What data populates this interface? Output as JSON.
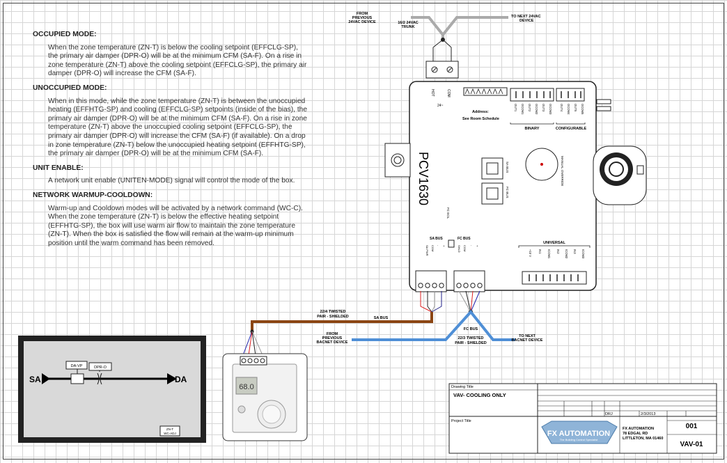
{
  "sequence": [
    {
      "heading": "OCCUPIED MODE:",
      "text": "When the zone temperature (ZN-T) is below the cooling setpoint (EFFCLG-SP), the primary air damper (DPR-O) will be at the minimum CFM (SA-F). On a rise in zone temperature (ZN-T) above the cooling setpoint (EFFCLG-SP), the primary air damper (DPR-O) will increase the CFM (SA-F)."
    },
    {
      "heading": "UNOCCUPIED MODE:",
      "text": "When in this mode, while the zone temperature (ZN-T) is between the unoccupied heating (EFFHTG-SP) and cooling (EFFCLG-SP) setpoints (inside of the bias), the primary air damper (DPR-O) will be at the minimum CFM (SA-F). On a rise in zone temperature (ZN-T) above the unoccupied cooling setpoint (EFFCLG-SP), the primary air damper (DPR-O) will increase the CFM (SA-F) (if available). On a drop in zone temperature (ZN-T) below the unoccupied heating setpoint (EFFHTG-SP), the primary air damper (DPR-O) will be at the minimum CFM (SA-F)."
    },
    {
      "heading": "UNIT ENABLE:",
      "text": "A network unit enable (UNITEN-MODE) signal will control the mode of the box."
    },
    {
      "heading": "NETWORK WARMUP-COOLDOWN:",
      "text": "Warm-up and Cooldown modes will be activated by a network command (WC-C). When the zone temperature (ZN-T) is below the effective heating setpoint (EFFHTG-SP), the box will use warm air flow to maintain the zone temperature (ZN-T). When the box is satisfied the flow will remain at the warm-up minimum position until the warm command has been removed."
    }
  ],
  "power": {
    "from_line1": "FROM",
    "from_line2": "PREVIOUS",
    "from_line3": "24VAC DEVICE",
    "trunk_line1": "16/2 24VAC",
    "trunk_line2": "TRUNK",
    "to_line1": "TO NEXT 24VAC",
    "to_line2": "DEVICE",
    "hot": "HOT",
    "com": "COM",
    "vac": "24~"
  },
  "controller": {
    "model": "PCV1630",
    "address_label": "Address:",
    "address_note": "See Room Schedule",
    "binary_label": "BINARY",
    "configurable_label": "CONFIGURABLE",
    "universal_label": "UNIVERSAL",
    "manual_override": "MANUAL OVERRIDE",
    "sa_bus_label": "SA BUS",
    "fc_bus_label": "FC BUS",
    "fc_eol": "FC EOL",
    "sa_bus_port": "SA BUS",
    "fc_bus_port": "FC BUS",
    "outputs": [
      "OUT1",
      "OCOM1",
      "OUT2",
      "OCOM2",
      "OUT3",
      "OCOM3",
      "OUT4",
      "OCOM4",
      "OUT5",
      "OCOM5"
    ],
    "sa_terminals": [
      "SA PWR",
      "COM",
      "-",
      "+"
    ],
    "fc_terminals": [
      "SHLD",
      "COM",
      "-",
      "+"
    ],
    "universal_terminals": [
      "+15 V",
      "IN1",
      "ICOM1",
      "IN2",
      "ICOM2",
      "IN3",
      "ICOM3"
    ]
  },
  "sa_cable": {
    "line1": "22/4 TWISTED",
    "line2": "PAIR - SHIELDED",
    "bus": "SA BUS"
  },
  "fc_cable": {
    "bus": "FC BUS",
    "line1": "22/3 TWISTED",
    "line2": "PAIR - SHIELDED",
    "from_line1": "FROM",
    "from_line2": "PREVIOUS",
    "from_line3": "BACNET DEVICE",
    "to_line1": "TO NEXT",
    "to_line2": "BACNET DEVICE"
  },
  "sensor": {
    "display": "68.0"
  },
  "airflow": {
    "sa": "SA",
    "da": "DA",
    "flow_label": "DA-VP",
    "damper_label": "DPR-O",
    "tag_line1": "ZN-T",
    "tag_line2": "WC-ADJ"
  },
  "title_block": {
    "drawing_title_label": "Drawing Title",
    "drawing_title": "VAV- COOLING ONLY",
    "project_title_label": "Project Title",
    "company": "FX AUTOMATION",
    "tagline": "The Building Control Specialist",
    "address1": "FX AUTOMATION",
    "address2": "78 EDGAL RD",
    "address3": "LITTLETON, MA 01460",
    "drawn_label": "DRJ",
    "date": "2/3/2013",
    "sheet": "001",
    "drawing_number": "VAV-01"
  }
}
